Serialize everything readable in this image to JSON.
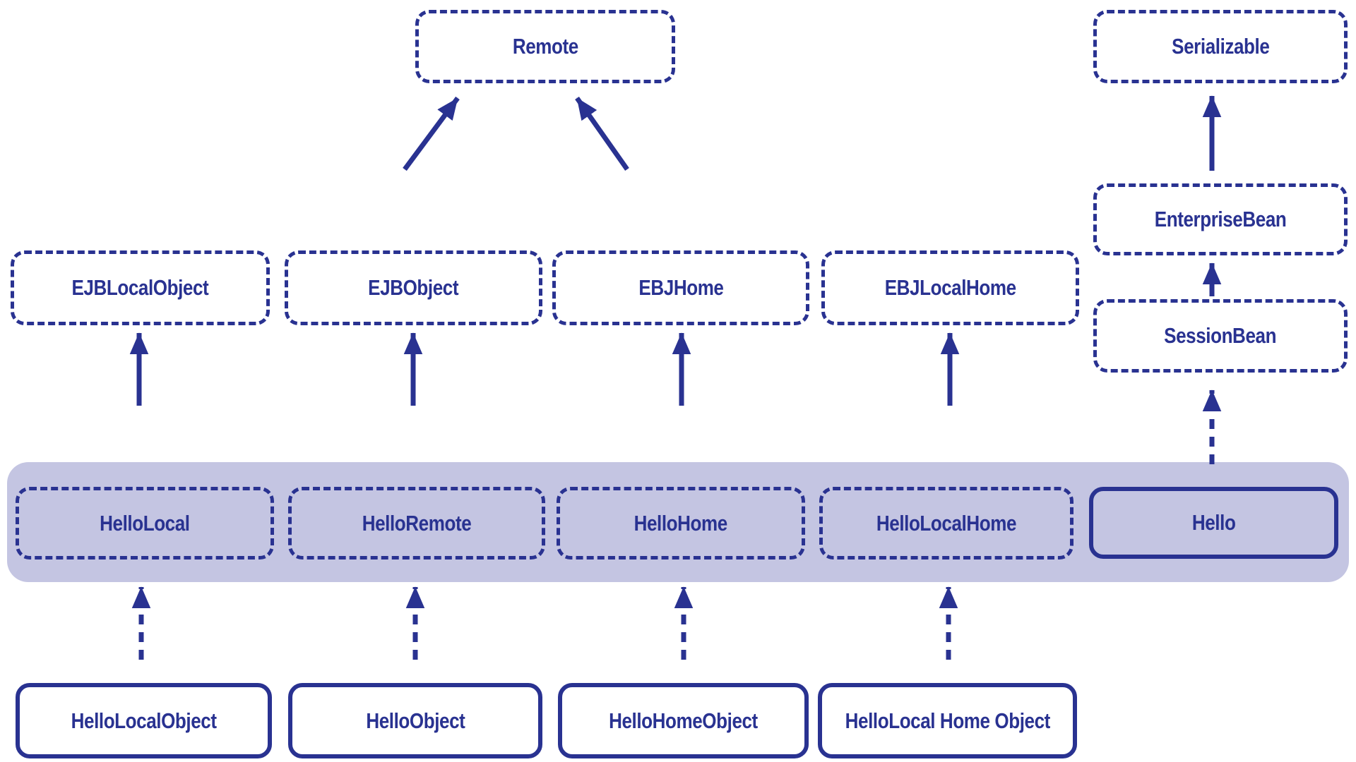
{
  "diagram": {
    "colors": {
      "ink": "#293291",
      "band": "#c4c5e2",
      "background": "#ffffff"
    },
    "nodes": {
      "remote": {
        "label": "Remote",
        "border": "dashed"
      },
      "serializable": {
        "label": "Serializable",
        "border": "dashed"
      },
      "ejb_local_object": {
        "label": "EJBLocalObject",
        "border": "dashed"
      },
      "ejb_object": {
        "label": "EJBObject",
        "border": "dashed"
      },
      "ebj_home": {
        "label": "EBJHome",
        "border": "dashed"
      },
      "ebj_local_home": {
        "label": "EBJLocalHome",
        "border": "dashed"
      },
      "enterprise_bean": {
        "label": "EnterpriseBean",
        "border": "dashed"
      },
      "session_bean": {
        "label": "SessionBean",
        "border": "dashed"
      },
      "hello_local": {
        "label": "HelloLocal",
        "border": "dashed"
      },
      "hello_remote": {
        "label": "HelloRemote",
        "border": "dashed"
      },
      "hello_home": {
        "label": "HelloHome",
        "border": "dashed"
      },
      "hello_local_home": {
        "label": "HelloLocalHome",
        "border": "dashed"
      },
      "hello": {
        "label": "Hello",
        "border": "solid"
      },
      "hello_local_object": {
        "label": "HelloLocalObject",
        "border": "solid"
      },
      "hello_object": {
        "label": "HelloObject",
        "border": "solid"
      },
      "hello_home_object": {
        "label": "HelloHomeObject",
        "border": "solid"
      },
      "hello_local_home_object": {
        "label": "HelloLocal Home Object",
        "border": "solid"
      }
    },
    "edges": [
      {
        "from": "EJBObject",
        "to": "Remote",
        "style": "solid"
      },
      {
        "from": "EBJHome",
        "to": "Remote",
        "style": "solid"
      },
      {
        "from": "EnterpriseBean",
        "to": "Serializable",
        "style": "solid"
      },
      {
        "from": "SessionBean",
        "to": "EnterpriseBean",
        "style": "solid"
      },
      {
        "from": "HelloLocal",
        "to": "EJBLocalObject",
        "style": "solid"
      },
      {
        "from": "HelloRemote",
        "to": "EJBObject",
        "style": "solid"
      },
      {
        "from": "HelloHome",
        "to": "EBJHome",
        "style": "solid"
      },
      {
        "from": "HelloLocalHome",
        "to": "EBJLocalHome",
        "style": "solid"
      },
      {
        "from": "Hello",
        "to": "SessionBean",
        "style": "dashed"
      },
      {
        "from": "HelloLocalObject",
        "to": "HelloLocal",
        "style": "dashed"
      },
      {
        "from": "HelloObject",
        "to": "HelloRemote",
        "style": "dashed"
      },
      {
        "from": "HelloHomeObject",
        "to": "HelloHome",
        "style": "dashed"
      },
      {
        "from": "HelloLocal Home Object",
        "to": "HelloLocalHome",
        "style": "dashed"
      }
    ]
  }
}
